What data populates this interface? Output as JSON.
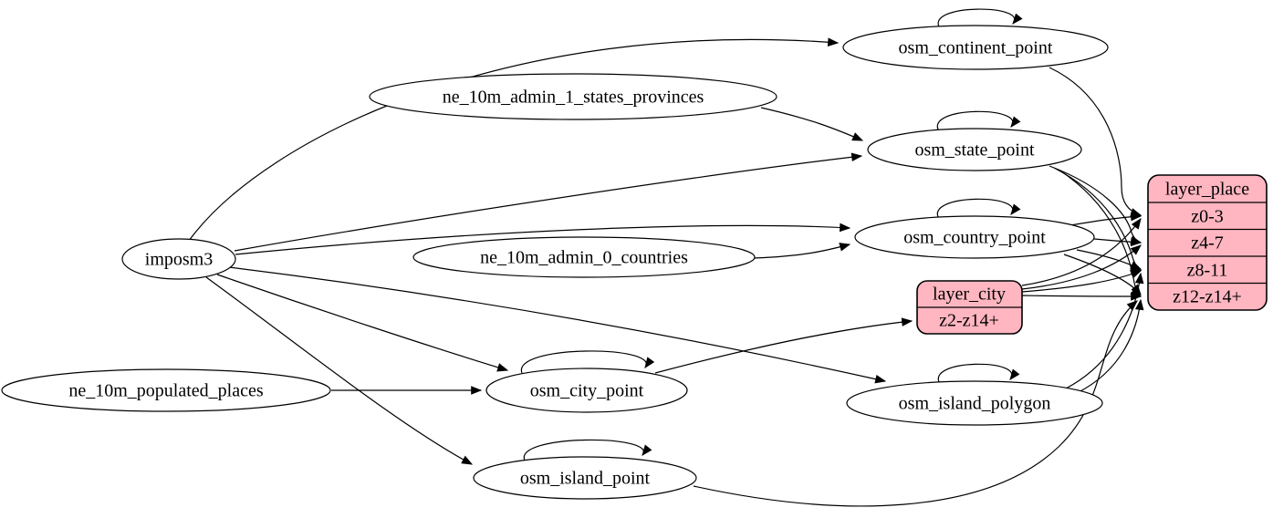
{
  "diagram_type": "etl-graph",
  "colors": {
    "background": "#ffffff",
    "table_node_fill": "#ffffff",
    "table_node_stroke": "#000000",
    "layer_record_fill": "#ffb6c1",
    "layer_record_stroke": "#000000",
    "edge_color": "#000000"
  },
  "nodes": {
    "imposm3": {
      "label": "imposm3",
      "type": "source"
    },
    "ne_10m_admin_1_states_provinces": {
      "label": "ne_10m_admin_1_states_provinces",
      "type": "source"
    },
    "ne_10m_admin_0_countries": {
      "label": "ne_10m_admin_0_countries",
      "type": "source"
    },
    "ne_10m_populated_places": {
      "label": "ne_10m_populated_places",
      "type": "source"
    },
    "osm_continent_point": {
      "label": "osm_continent_point",
      "type": "table",
      "self_loop": true
    },
    "osm_state_point": {
      "label": "osm_state_point",
      "type": "table",
      "self_loop": true
    },
    "osm_country_point": {
      "label": "osm_country_point",
      "type": "table",
      "self_loop": true
    },
    "osm_city_point": {
      "label": "osm_city_point",
      "type": "table",
      "self_loop": true
    },
    "osm_island_polygon": {
      "label": "osm_island_polygon",
      "type": "table",
      "self_loop": true
    },
    "osm_island_point": {
      "label": "osm_island_point",
      "type": "table",
      "self_loop": true
    },
    "layer_city": {
      "title": "layer_city",
      "rows": [
        "z2-z14+"
      ]
    },
    "layer_place": {
      "title": "layer_place",
      "rows": [
        "z0-3",
        "z4-7",
        "z8-11",
        "z12-z14+"
      ]
    }
  },
  "edges": [
    {
      "from": "imposm3",
      "to": "osm_continent_point"
    },
    {
      "from": "imposm3",
      "to": "osm_state_point"
    },
    {
      "from": "imposm3",
      "to": "osm_country_point"
    },
    {
      "from": "imposm3",
      "to": "osm_city_point"
    },
    {
      "from": "imposm3",
      "to": "osm_island_polygon"
    },
    {
      "from": "imposm3",
      "to": "osm_island_point"
    },
    {
      "from": "ne_10m_admin_1_states_provinces",
      "to": "osm_state_point"
    },
    {
      "from": "ne_10m_admin_0_countries",
      "to": "osm_country_point"
    },
    {
      "from": "ne_10m_populated_places",
      "to": "osm_city_point"
    },
    {
      "from": "osm_continent_point",
      "to": "osm_continent_point"
    },
    {
      "from": "osm_state_point",
      "to": "osm_state_point"
    },
    {
      "from": "osm_country_point",
      "to": "osm_country_point"
    },
    {
      "from": "osm_city_point",
      "to": "osm_city_point"
    },
    {
      "from": "osm_island_polygon",
      "to": "osm_island_polygon"
    },
    {
      "from": "osm_island_point",
      "to": "osm_island_point"
    },
    {
      "from": "osm_continent_point",
      "to": "layer_place",
      "to_port": "z0-3"
    },
    {
      "from": "osm_state_point",
      "to": "layer_place",
      "to_port": "z4-7"
    },
    {
      "from": "osm_state_point",
      "to": "layer_place",
      "to_port": "z8-11"
    },
    {
      "from": "osm_state_point",
      "to": "layer_place",
      "to_port": "z12-z14+"
    },
    {
      "from": "osm_country_point",
      "to": "layer_place",
      "to_port": "z0-3"
    },
    {
      "from": "osm_country_point",
      "to": "layer_place",
      "to_port": "z4-7"
    },
    {
      "from": "osm_country_point",
      "to": "layer_place",
      "to_port": "z8-11"
    },
    {
      "from": "osm_country_point",
      "to": "layer_place",
      "to_port": "z12-z14+"
    },
    {
      "from": "osm_city_point",
      "to": "layer_city",
      "to_port": "z2-z14+"
    },
    {
      "from": "layer_city",
      "to": "layer_place",
      "to_port": "z0-3"
    },
    {
      "from": "layer_city",
      "to": "layer_place",
      "to_port": "z4-7"
    },
    {
      "from": "layer_city",
      "to": "layer_place",
      "to_port": "z8-11"
    },
    {
      "from": "layer_city",
      "to": "layer_place",
      "to_port": "z12-z14+"
    },
    {
      "from": "osm_island_polygon",
      "to": "layer_place",
      "to_port": "z8-11"
    },
    {
      "from": "osm_island_polygon",
      "to": "layer_place",
      "to_port": "z12-z14+"
    },
    {
      "from": "osm_island_point",
      "to": "layer_place",
      "to_port": "z12-z14+"
    }
  ]
}
